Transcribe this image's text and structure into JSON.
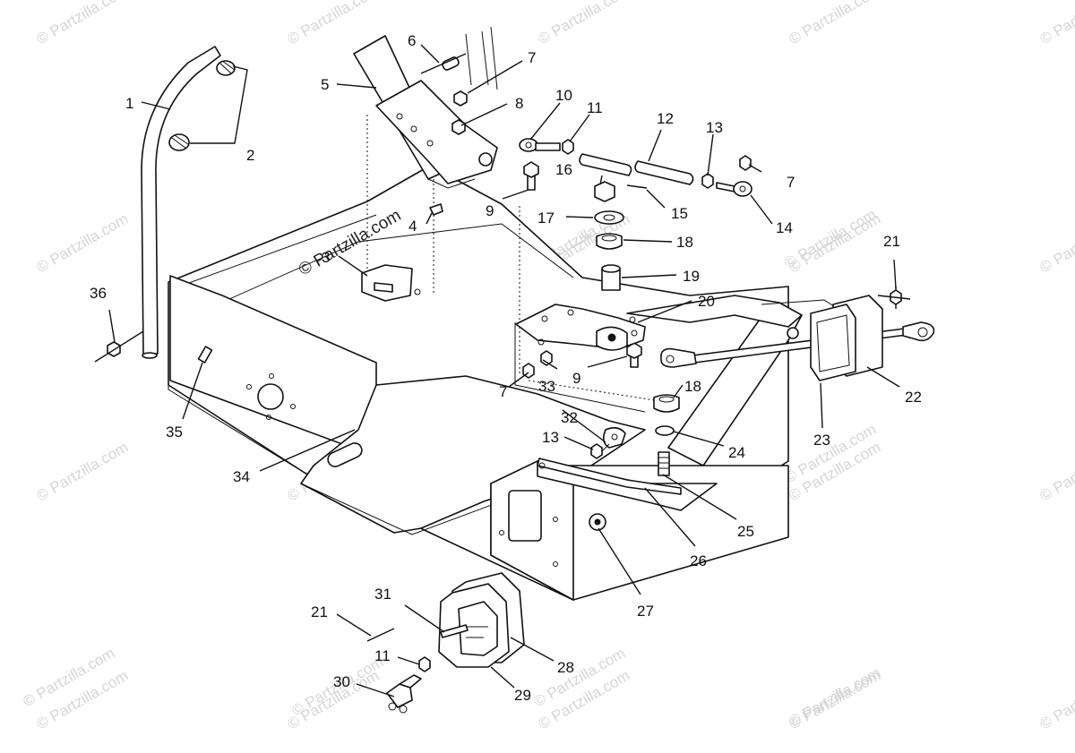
{
  "watermark_text": "© Partzilla.com",
  "center_watermark_text": "© Partzilla.com",
  "labels": {
    "l1": "1",
    "l2": "2",
    "l3": "3",
    "l4": "4",
    "l5": "5",
    "l6": "6",
    "l7a": "7",
    "l7b": "7",
    "l7c": "7",
    "l8": "8",
    "l9a": "9",
    "l9b": "9",
    "l10": "10",
    "l11a": "11",
    "l11b": "11",
    "l12": "12",
    "l13a": "13",
    "l13b": "13",
    "l14": "14",
    "l15": "15",
    "l16": "16",
    "l17": "17",
    "l18a": "18",
    "l18b": "18",
    "l19": "19",
    "l20": "20",
    "l21a": "21",
    "l21b": "21",
    "l22": "22",
    "l23": "23",
    "l24": "24",
    "l25": "25",
    "l26": "26",
    "l27": "27",
    "l28": "28",
    "l29": "29",
    "l30": "30",
    "l31": "31",
    "l32": "32",
    "l33": "33",
    "l34": "34",
    "l35": "35",
    "l36": "36"
  }
}
